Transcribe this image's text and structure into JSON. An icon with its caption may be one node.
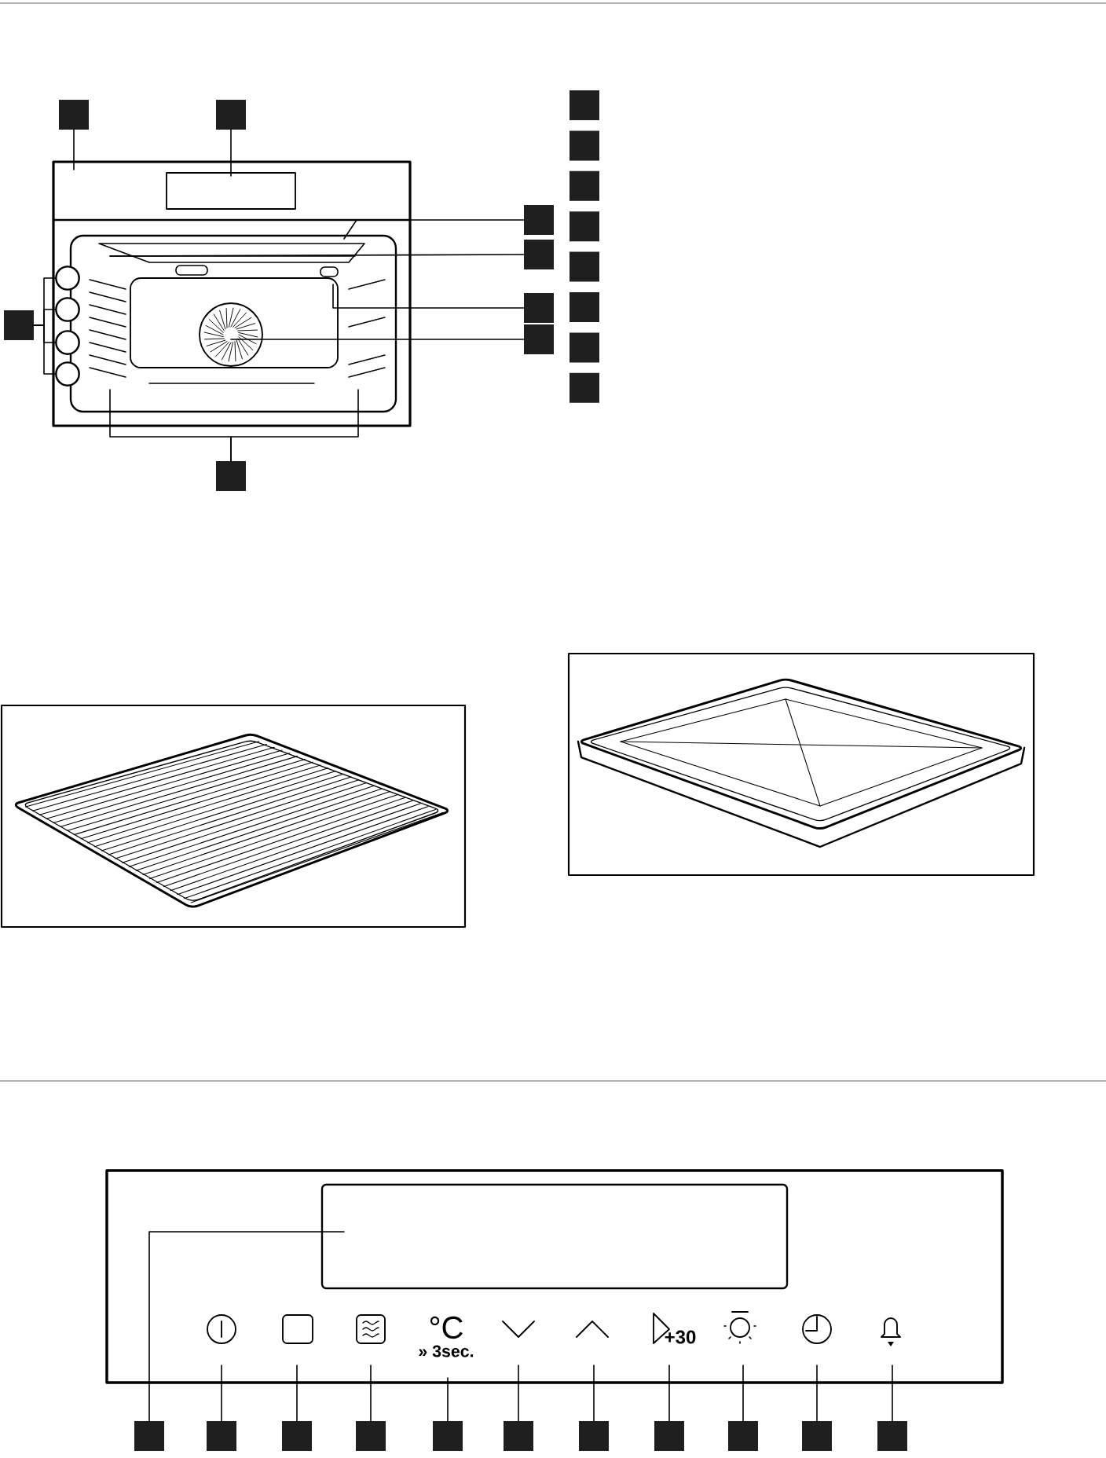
{
  "diagram": {
    "nodes": [
      {
        "text": [],
        "shape": "box"
      },
      {
        "text": [],
        "shape": "box"
      },
      {
        "text": [],
        "shape": "box"
      },
      {
        "text": [],
        "shape": "box"
      },
      {
        "text": [],
        "shape": "box"
      },
      {
        "text": [],
        "shape": "box"
      },
      {
        "text": [],
        "shape": "box"
      },
      {
        "text": [],
        "shape": "circle"
      },
      {
        "text": [],
        "shape": "circle"
      },
      {
        "text": [],
        "shape": "circle"
      },
      {
        "text": [],
        "shape": "circle"
      },
      {
        "text": [],
        "shape": "box"
      },
      {
        "text": [],
        "shape": "box"
      },
      {
        "text": [],
        "shape": "box"
      },
      {
        "text": [],
        "shape": "box"
      },
      {
        "text": [],
        "shape": "box"
      },
      {
        "text": [],
        "shape": "box"
      },
      {
        "text": [],
        "shape": "box"
      },
      {
        "text": [],
        "shape": "box"
      },
      {
        "text": [],
        "shape": "box"
      },
      {
        "text": [],
        "shape": "box"
      },
      {
        "text": [],
        "shape": "box"
      },
      {
        "text": [],
        "shape": "box"
      },
      {
        "text": [],
        "shape": "box"
      },
      {
        "text": [],
        "shape": "box"
      },
      {
        "text": [],
        "shape": "box"
      },
      {
        "text": [],
        "shape": "box"
      },
      {
        "text": [],
        "shape": "box"
      },
      {
        "text": [],
        "shape": "box"
      },
      {
        "text": [],
        "shape": "box"
      },
      {
        "text": [],
        "shape": "box"
      }
    ],
    "edges": [
      {
        "from": 0,
        "to": null,
        "arrow": "none"
      },
      {
        "from": 1,
        "to": null,
        "arrow": "none"
      },
      {
        "from": 2,
        "to": null,
        "arrow": "none"
      },
      {
        "from": 3,
        "to": null,
        "arrow": "none"
      },
      {
        "from": 4,
        "to": null,
        "arrow": "none"
      },
      {
        "from": 5,
        "to": null,
        "arrow": "none"
      },
      {
        "from": 6,
        "to": 7,
        "arrow": "none"
      },
      {
        "from": 6,
        "to": 8,
        "arrow": "none"
      },
      {
        "from": 6,
        "to": 9,
        "arrow": "none"
      },
      {
        "from": 6,
        "to": 10,
        "arrow": "none"
      },
      {
        "from": 11,
        "to": null,
        "arrow": "none"
      },
      {
        "from": 11,
        "to": null,
        "arrow": "none"
      },
      {
        "from": 20,
        "to": null,
        "arrow": "none"
      },
      {
        "from": 21,
        "to": null,
        "arrow": "none"
      },
      {
        "from": 22,
        "to": null,
        "arrow": "none"
      },
      {
        "from": 23,
        "to": null,
        "arrow": "none"
      },
      {
        "from": 24,
        "to": null,
        "arrow": "none"
      },
      {
        "from": 25,
        "to": null,
        "arrow": "none"
      },
      {
        "from": 26,
        "to": null,
        "arrow": "none"
      },
      {
        "from": 27,
        "to": null,
        "arrow": "none"
      },
      {
        "from": 28,
        "to": null,
        "arrow": "none"
      },
      {
        "from": 29,
        "to": null,
        "arrow": "none"
      },
      {
        "from": 30,
        "to": null,
        "arrow": "none"
      }
    ],
    "labels": [
      "°C",
      "» 3sec.",
      "+30"
    ]
  }
}
